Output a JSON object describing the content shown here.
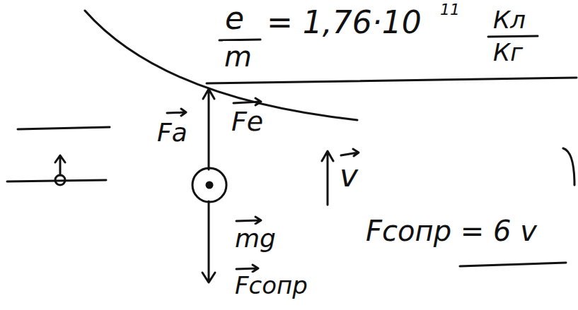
{
  "diagram": {
    "labels": [
      "e",
      "m",
      "= 1,76·10",
      "11",
      "Кл",
      "Кг",
      "Fa",
      "Fe",
      "v",
      "mg",
      "Fсопр",
      "Fсопр = 6 v"
    ]
  }
}
